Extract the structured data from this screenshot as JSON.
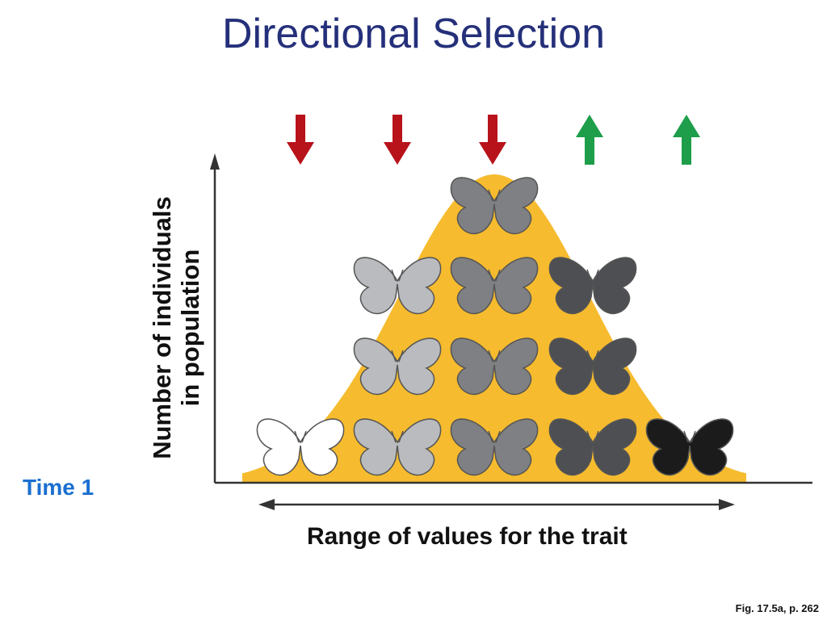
{
  "title": "Directional Selection",
  "time_label": "Time 1",
  "y_axis_label_line1": "Number of individuals",
  "y_axis_label_line2": "in population",
  "x_axis_label": "Range of values for the trait",
  "caption": "Fig. 17.5a, p. 262",
  "colors": {
    "title": "#25307a",
    "curve_fill": "#f6bb2e",
    "arrow_down": "#b8121b",
    "arrow_up": "#1e9e4a",
    "axis": "#333333",
    "time_label": "#1a6fd1"
  },
  "selection_arrows": [
    {
      "direction": "down",
      "icon": "red-down-arrow-icon"
    },
    {
      "direction": "down",
      "icon": "red-down-arrow-icon"
    },
    {
      "direction": "down",
      "icon": "red-down-arrow-icon"
    },
    {
      "direction": "up",
      "icon": "green-up-arrow-icon"
    },
    {
      "direction": "up",
      "icon": "green-up-arrow-icon"
    }
  ],
  "butterfly_columns": [
    {
      "shade": "white",
      "color": "#ffffff",
      "count": 1
    },
    {
      "shade": "light-gray",
      "color": "#b9bbbe",
      "count": 3
    },
    {
      "shade": "medium-gray",
      "color": "#7e8083",
      "count": 4
    },
    {
      "shade": "dark-gray",
      "color": "#4d4f52",
      "count": 3
    },
    {
      "shade": "black",
      "color": "#1b1b1b",
      "count": 1
    }
  ]
}
